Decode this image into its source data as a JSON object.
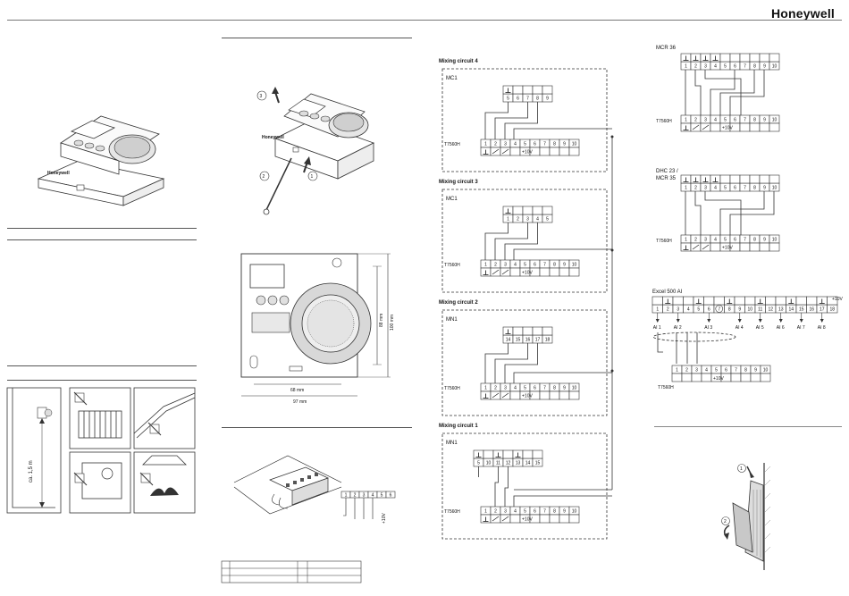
{
  "header": {
    "brand": "Honeywell"
  },
  "dimensions": {
    "width_label": "68 mm",
    "total_width_label": "97 mm",
    "height_inner_label": "88 mm",
    "height_total_label": "100 mm"
  },
  "install": {
    "height_label": "ca. 1,5 m"
  },
  "tool_steps": [
    "1",
    "2",
    "3"
  ],
  "mixing": [
    {
      "title": "Mixing circuit 4",
      "module": "MC1",
      "module_terms": [
        "5",
        "6",
        "7",
        "8",
        "9"
      ],
      "sensor": "T7560H"
    },
    {
      "title": "Mixing circuit 3",
      "module": "MC1",
      "module_terms": [
        "1",
        "2",
        "3",
        "4",
        "5"
      ],
      "sensor": "T7560H"
    },
    {
      "title": "Mixing circuit 2",
      "module": "MN1",
      "module_terms": [
        "14",
        "15",
        "16",
        "17",
        "18"
      ],
      "sensor": "T7560H"
    },
    {
      "title": "Mixing circuit 1",
      "module": "MN1",
      "module_terms": [
        "5",
        "10",
        "11",
        "12",
        "13",
        "14",
        "15"
      ],
      "sensor": "T7560H"
    }
  ],
  "t7560_terms": [
    "1",
    "2",
    "3",
    "4",
    "5",
    "6",
    "7",
    "8",
    "9",
    "10"
  ],
  "plus10v": "+10V",
  "mcr36": {
    "title": "MCR 36",
    "terms": [
      "1",
      "2",
      "3",
      "4",
      "5",
      "6",
      "7",
      "8",
      "9",
      "10"
    ],
    "sensor": "T7560H"
  },
  "dhc": {
    "title_line1": "DHC 23 /",
    "title_line2": "MCR 35",
    "terms": [
      "1",
      "2",
      "3",
      "4",
      "5",
      "6",
      "7",
      "8",
      "9",
      "10"
    ],
    "sensor": "T7560H"
  },
  "excel": {
    "title": "Excel 500 AI",
    "terms": [
      "1",
      "2",
      "3",
      "4",
      "5",
      "6",
      "7",
      "8",
      "9",
      "10",
      "11",
      "12",
      "13",
      "14",
      "15",
      "16",
      "17",
      "18"
    ],
    "ai_labels": [
      "AI 1",
      "AI 2",
      "AI 3",
      "AI 4",
      "AI 5",
      "AI 6",
      "AI 7",
      "AI 8"
    ],
    "sensor": "T7560H"
  },
  "wiring_terms": [
    "1",
    "2",
    "3",
    "4",
    "5",
    "6"
  ],
  "snap_steps": [
    "1",
    "2"
  ]
}
